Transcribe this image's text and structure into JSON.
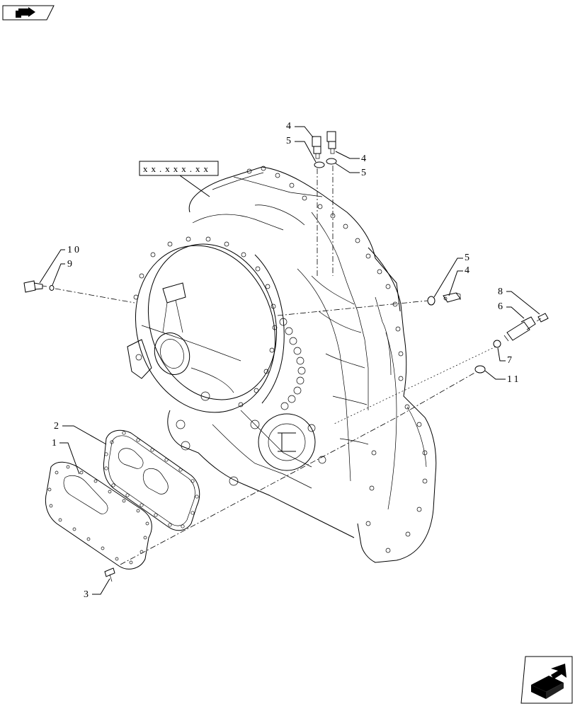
{
  "reference_box": {
    "label": "xx.xxx.xx"
  },
  "callouts": [
    {
      "id": "1",
      "label": "1"
    },
    {
      "id": "2",
      "label": "2"
    },
    {
      "id": "3",
      "label": "3"
    },
    {
      "id": "4a",
      "label": "4"
    },
    {
      "id": "4b",
      "label": "4"
    },
    {
      "id": "4c",
      "label": "4"
    },
    {
      "id": "5a",
      "label": "5"
    },
    {
      "id": "5b",
      "label": "5"
    },
    {
      "id": "5c",
      "label": "5"
    },
    {
      "id": "6",
      "label": "6"
    },
    {
      "id": "7",
      "label": "7"
    },
    {
      "id": "8",
      "label": "8"
    },
    {
      "id": "9",
      "label": "9"
    },
    {
      "id": "10",
      "label": "10"
    },
    {
      "id": "11",
      "label": "11"
    }
  ],
  "icons": {
    "top_left": "previous-page-icon",
    "bottom_right": "next-page-icon"
  }
}
